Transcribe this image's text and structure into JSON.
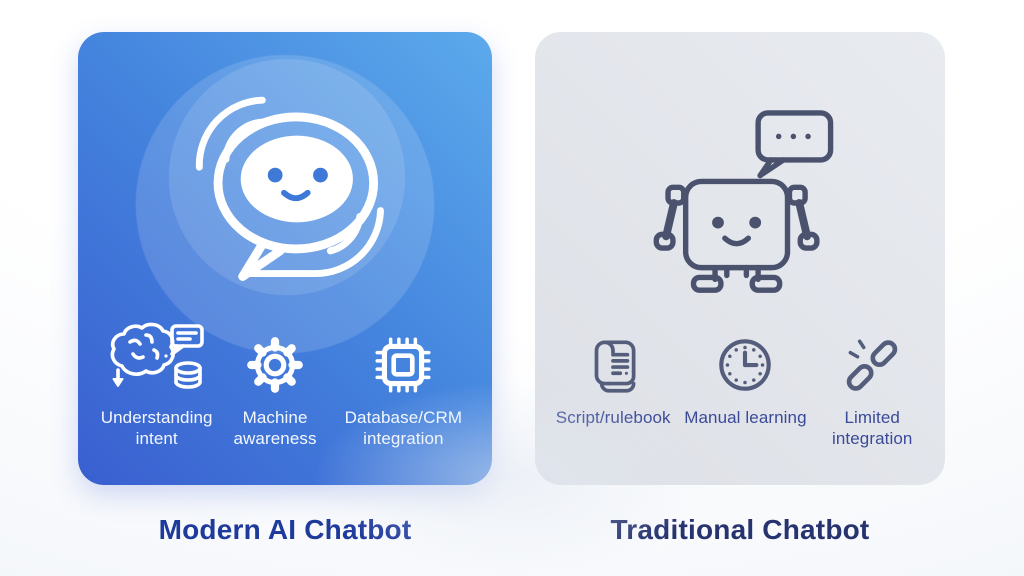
{
  "cards": [
    {
      "id": "modern",
      "title": "Modern AI Chatbot",
      "features": [
        {
          "icon": "brain-intent-icon",
          "label": "Understanding intent"
        },
        {
          "icon": "gear-icon",
          "label": "Machine awareness"
        },
        {
          "icon": "chip-icon",
          "label": "Database/CRM integration"
        }
      ]
    },
    {
      "id": "traditional",
      "title": "Traditional Chatbot",
      "features": [
        {
          "icon": "scroll-icon",
          "label": "Script/rulebook"
        },
        {
          "icon": "clock-icon",
          "label": "Manual learning"
        },
        {
          "icon": "broken-link-icon",
          "label": "Limited integration"
        }
      ]
    }
  ],
  "colors": {
    "modern_card_gradient_top": "#5caaec",
    "modern_card_gradient_bottom": "#3a5fd0",
    "modern_face_accent": "#3e79d8",
    "traditional_card_bg": "#dde0e6",
    "traditional_icon_stroke": "#4a526e",
    "modern_title": "#1e3a9b",
    "traditional_title": "#26336f"
  }
}
